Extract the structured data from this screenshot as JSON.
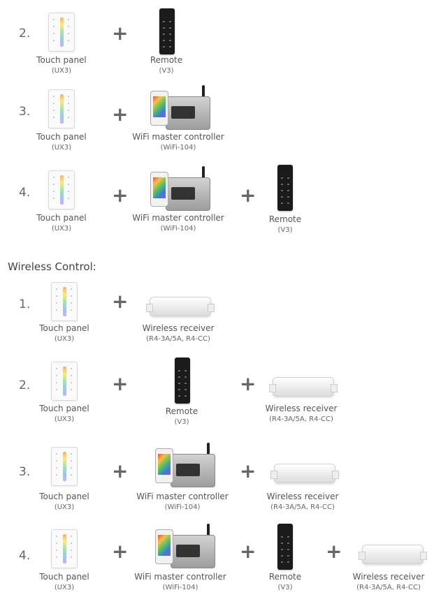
{
  "section_wireless": {
    "title": "Wireless Control:"
  },
  "labels": {
    "touch_panel": "Touch panel",
    "touch_panel_model": "(UX3)",
    "remote": "Remote",
    "remote_model": "(V3)",
    "wifi": "WiFi master controller",
    "wifi_model": "(WiFi-104)",
    "receiver": "Wireless receiver",
    "receiver_model": "(R4-3A/5A, R4-CC)",
    "plus": "+"
  },
  "rows": {
    "top2": "2.",
    "top3": "3.",
    "top4": "4.",
    "w1": "1.",
    "w2": "2.",
    "w3": "3.",
    "w4": "4."
  }
}
